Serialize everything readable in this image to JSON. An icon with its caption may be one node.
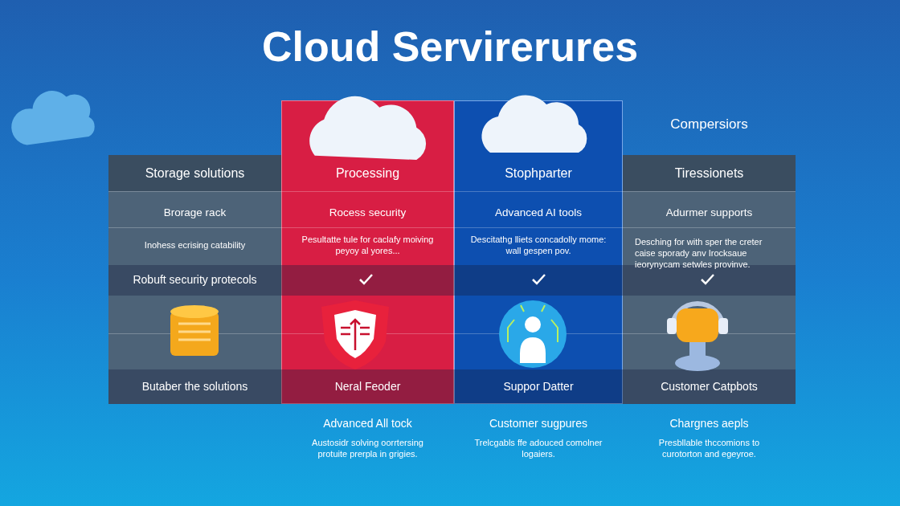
{
  "diagram": {
    "title": "Cloud Servirerures",
    "labels": [
      "Compersiors",
      "Storage solutions",
      "Processing",
      "Stophparter",
      "Tiressionets",
      "Brorage rack",
      "Rocess security",
      "Advanced AI tools",
      "Adurmer supports",
      "Inohess ecrising catability",
      "Pesultatte tule for caclafy moiving peyoy al yores...",
      "Descitathg lliets concadolly mome: wall gespen pov.",
      "Desching for with sper the creter caise sporady anv Irocksaue ieorynycam setwles provinve.",
      "Robuft security protecols",
      "Butaber the solutions",
      "Neral Feoder",
      "Suppor Datter",
      "Customer Catpbots",
      "Advanced All tock",
      "Austosidr solving oorrtersing protuite prerpla in grigies.",
      "Customer sugpures",
      "Trelcgabls ffe adouced comolner logaiers.",
      "Chargnes aepls",
      "Presbllable thccomions to curotorton and egeyroe."
    ]
  }
}
